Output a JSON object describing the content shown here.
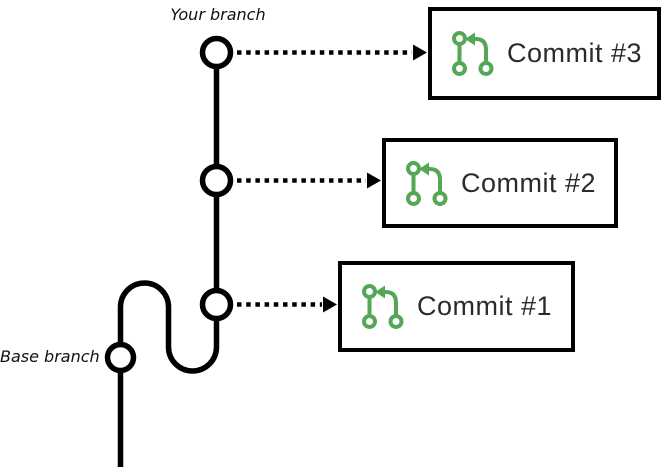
{
  "diagram": {
    "title_hint": "git branch with three commits pointing to commit boxes",
    "labels": {
      "your_branch": "Your branch",
      "base_branch": "Base branch"
    },
    "commits": [
      {
        "label": "Commit #3"
      },
      {
        "label": "Commit #2"
      },
      {
        "label": "Commit #1"
      }
    ],
    "icon": "git-commit-icon",
    "colors": {
      "line": "#000000",
      "node_fill": "#ffffff",
      "box_border": "#000000",
      "icon_green": "#55a755",
      "commit_text": "#2b2b2b",
      "label_text": "#111111",
      "background": "#ffffff"
    }
  }
}
